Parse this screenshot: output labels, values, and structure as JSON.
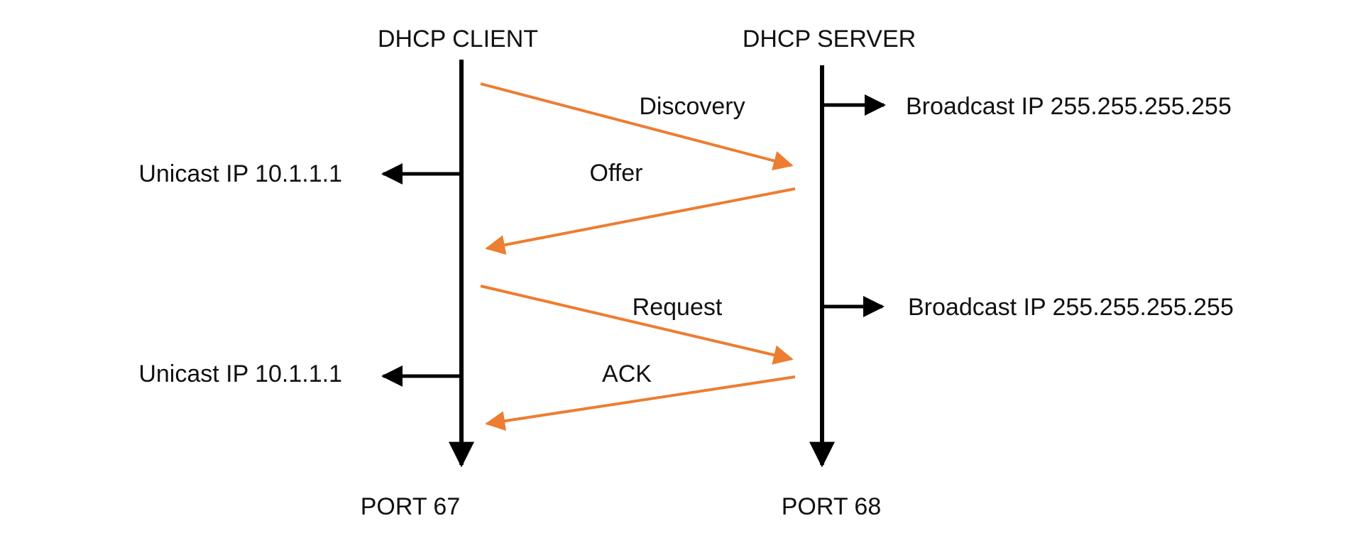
{
  "colors": {
    "lifeline": "#000000",
    "message": "#ED7D31",
    "text": "#111111",
    "background": "#FFFFFF"
  },
  "client": {
    "title": "DHCP CLIENT",
    "port": "PORT 67"
  },
  "server": {
    "title": "DHCP SERVER",
    "port": "PORT 68"
  },
  "messages": [
    {
      "label": "Discovery",
      "direction": "client-to-server"
    },
    {
      "label": "Offer",
      "direction": "server-to-client"
    },
    {
      "label": "Request",
      "direction": "client-to-server"
    },
    {
      "label": "ACK",
      "direction": "server-to-client"
    }
  ],
  "client_notes": [
    {
      "label": "Unicast IP 10.1.1.1"
    },
    {
      "label": "Unicast IP 10.1.1.1"
    }
  ],
  "server_notes": [
    {
      "label": "Broadcast IP 255.255.255.255"
    },
    {
      "label": "Broadcast IP 255.255.255.255"
    }
  ]
}
